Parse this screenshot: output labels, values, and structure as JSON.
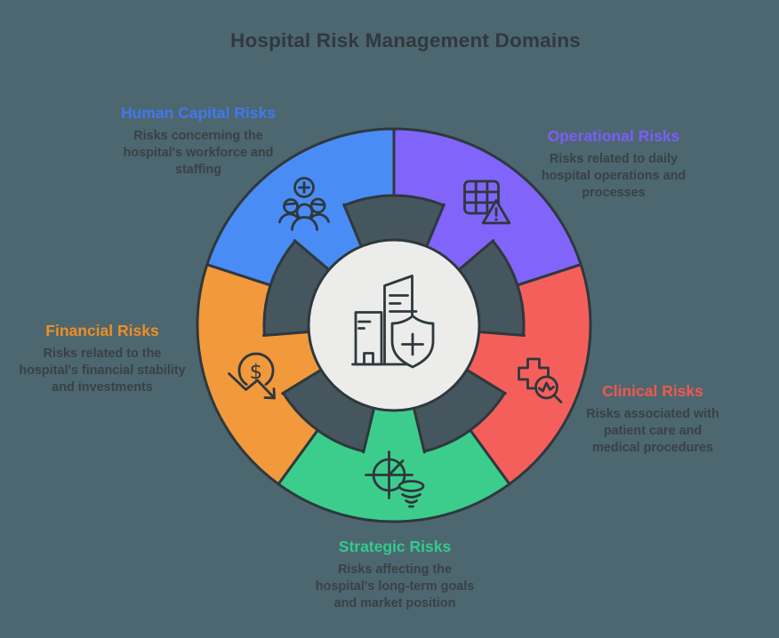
{
  "title": "Hospital Risk Management Domains",
  "colors": {
    "background": "#4C6770",
    "inner_ring": "#46565E",
    "center_fill": "#ECEDEB",
    "outline": "#2E383D",
    "title_color": "#31393D",
    "desc_color": "#3A4145"
  },
  "icons": {
    "dollar_glyph": "$"
  },
  "center": {
    "icon": "hospital-shield-icon"
  },
  "domains": [
    {
      "id": "human-capital",
      "label": "Human Capital Risks",
      "label_color": "#4377ED",
      "segment_color": "#4A8CF5",
      "icon": "team-plus-icon",
      "desc_lines": [
        "Risks concerning the",
        "hospital's workforce and",
        "staffing"
      ]
    },
    {
      "id": "operational",
      "label": "Operational Risks",
      "label_color": "#7B5DF8",
      "segment_color": "#8165FA",
      "icon": "grid-warning-icon",
      "desc_lines": [
        "Risks related to daily",
        "hospital operations and",
        "processes"
      ]
    },
    {
      "id": "clinical",
      "label": "Clinical Risks",
      "label_color": "#F0584F",
      "segment_color": "#F45F5C",
      "icon": "medical-cross-search-icon",
      "desc_lines": [
        "Risks associated with",
        "patient care and",
        "medical procedures"
      ]
    },
    {
      "id": "strategic",
      "label": "Strategic Risks",
      "label_color": "#33CB8C",
      "segment_color": "#3CCD8D",
      "icon": "target-funnel-icon",
      "desc_lines": [
        "Risks affecting the",
        "hospital's long-term goals",
        "and market position"
      ]
    },
    {
      "id": "financial",
      "label": "Financial Risks",
      "label_color": "#EE8E27",
      "segment_color": "#F2993B",
      "icon": "dollar-decline-icon",
      "desc_lines": [
        "Risks related to the",
        "hospital's financial stability",
        "and investments"
      ]
    }
  ]
}
